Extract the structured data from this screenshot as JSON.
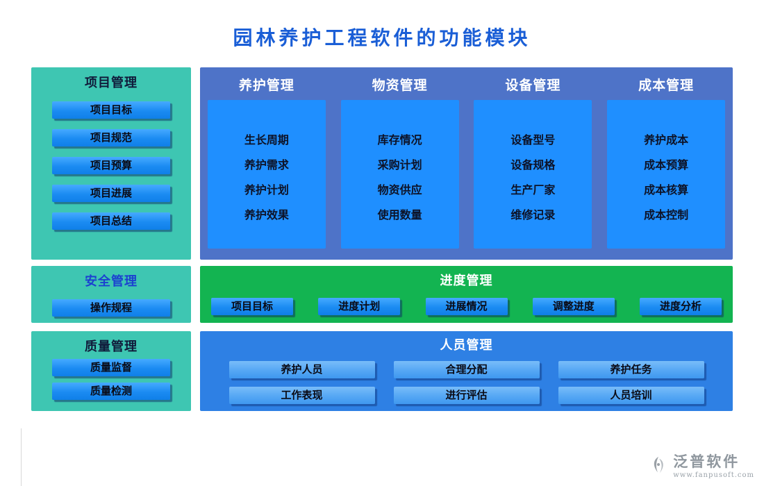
{
  "title": "园林养护工程软件的功能模块",
  "watermark": "泛普软件",
  "left_panels": [
    {
      "title": "项目管理",
      "items": [
        "项目目标",
        "项目规范",
        "项目预算",
        "项目进展",
        "项目总结"
      ]
    },
    {
      "title": "安全管理",
      "items": [
        "操作规程"
      ]
    },
    {
      "title": "质量管理",
      "items": [
        "质量监督",
        "质量检测"
      ]
    }
  ],
  "module_columns": [
    {
      "title": "养护管理",
      "items": [
        "生长周期",
        "养护需求",
        "养护计划",
        "养护效果"
      ]
    },
    {
      "title": "物资管理",
      "items": [
        "库存情况",
        "采购计划",
        "物资供应",
        "使用数量"
      ]
    },
    {
      "title": "设备管理",
      "items": [
        "设备型号",
        "设备规格",
        "生产厂家",
        "维修记录"
      ]
    },
    {
      "title": "成本管理",
      "items": [
        "养护成本",
        "成本预算",
        "成本核算",
        "成本控制"
      ]
    }
  ],
  "progress_panel": {
    "title": "进度管理",
    "items": [
      "项目目标",
      "进度计划",
      "进展情况",
      "调整进度",
      "进度分析"
    ]
  },
  "personnel_panel": {
    "title": "人员管理",
    "items": [
      "养护人员",
      "合理分配",
      "养护任务",
      "工作表现",
      "进行评估",
      "人员培训"
    ]
  },
  "footer": {
    "brand": "泛普软件",
    "website": "www.fanpusoft.com"
  },
  "colors": {
    "title_blue": "#1a5ed6",
    "teal_panel": "#3ec6b2",
    "main_panel": "#4e73c8",
    "module_card": "#1f8fff",
    "progress_green": "#13b451",
    "personnel_blue": "#2e80e4",
    "button_blue": "#1b8bf2",
    "personnel_button": "#55a7f4"
  }
}
